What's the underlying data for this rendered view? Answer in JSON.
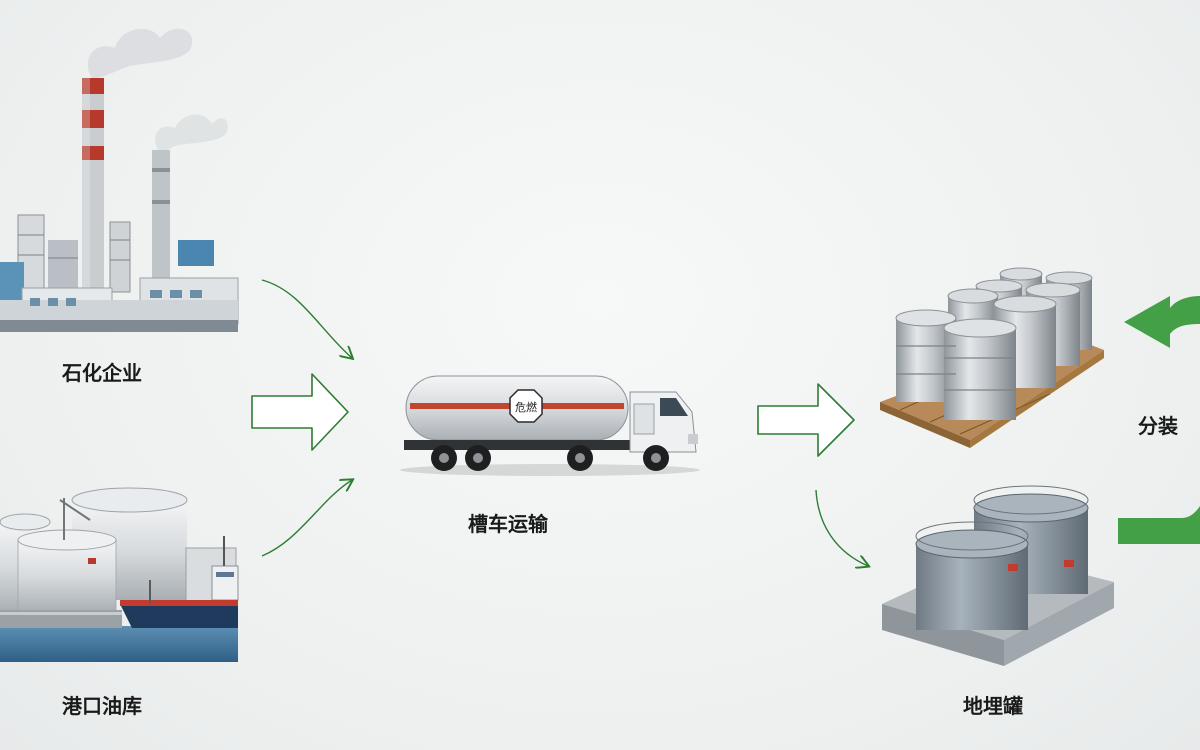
{
  "nodes": {
    "petrochemical": {
      "label": "石化企业"
    },
    "port_depot": {
      "label": "港口油库"
    },
    "tanker_truck": {
      "label": "槽车运输",
      "hazard_sign": "危燃"
    },
    "underground_tank": {
      "label": "地埋罐"
    },
    "repackaging": {
      "label": "分装"
    }
  },
  "colors": {
    "arrow_green": "#2e7d32",
    "cycle_green": "#43a047",
    "background": "#eef0f0"
  }
}
